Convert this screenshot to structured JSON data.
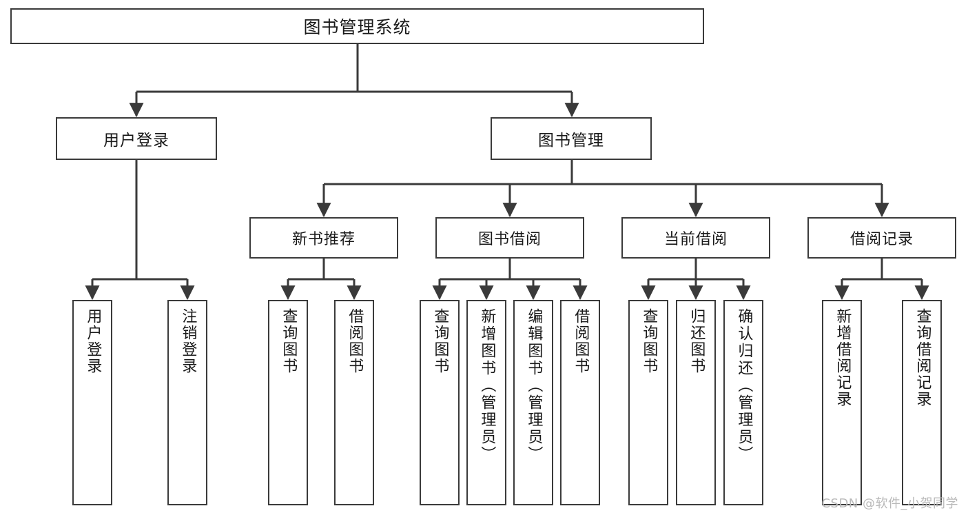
{
  "diagram": {
    "type": "tree",
    "title": "图书管理系统",
    "watermark": "CSDN @软件_小贺同学",
    "colors": {
      "stroke": "#3a3a3a",
      "fill": "#ffffff",
      "text": "#1a1a1a",
      "watermark": "#b9b9b9"
    },
    "root": {
      "label": "图书管理系统"
    },
    "level2": [
      {
        "label": "用户登录"
      },
      {
        "label": "图书管理"
      }
    ],
    "level3": [
      {
        "label": "新书推荐"
      },
      {
        "label": "图书借阅"
      },
      {
        "label": "当前借阅"
      },
      {
        "label": "借阅记录"
      }
    ],
    "leaves": {
      "user_login": [
        {
          "label": "用户登录"
        },
        {
          "label": "注销登录"
        }
      ],
      "new_book": [
        {
          "label": "查询图书"
        },
        {
          "label": "借阅图书"
        }
      ],
      "book_borrow": [
        {
          "label": "查询图书"
        },
        {
          "label": "新增图书（管理员）"
        },
        {
          "label": "编辑图书（管理员）"
        },
        {
          "label": "借阅图书"
        }
      ],
      "current_borrow": [
        {
          "label": "查询图书"
        },
        {
          "label": "归还图书"
        },
        {
          "label": "确认归还（管理员）"
        }
      ],
      "borrow_record": [
        {
          "label": "新增借阅记录"
        },
        {
          "label": "查询借阅记录"
        }
      ]
    }
  }
}
